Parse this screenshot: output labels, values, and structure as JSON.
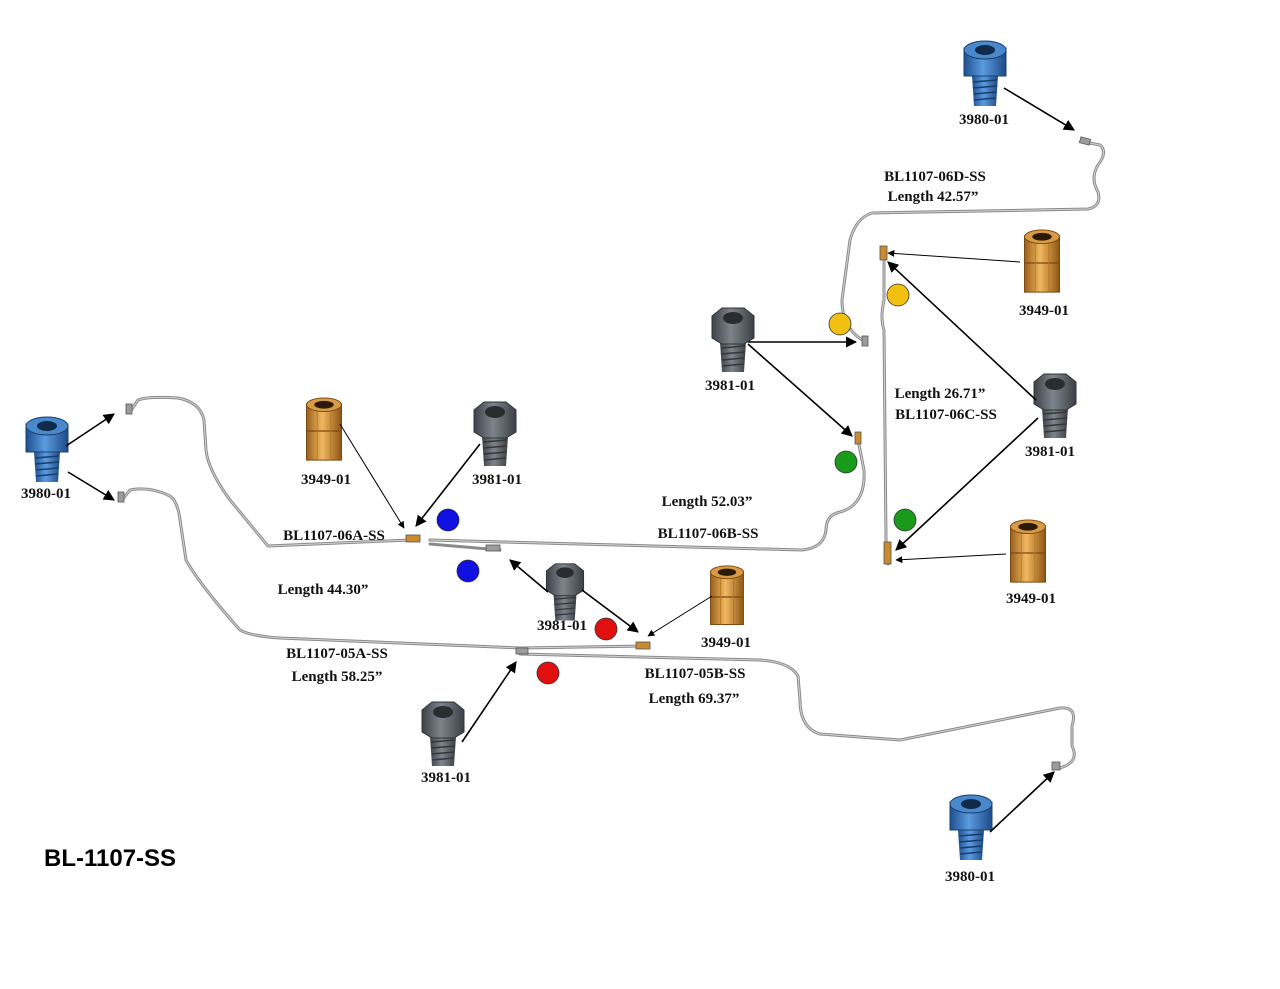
{
  "kit_title": "BL-1107-SS",
  "colors": {
    "blue_marker": "#1010e0",
    "red_marker": "#e01010",
    "green_marker": "#1a9a1a",
    "yellow_marker": "#f2c010",
    "tube": "#8a8a8a",
    "fitting_blue": "#2d6fb5",
    "fitting_gray": "#5b6066",
    "fitting_brass": "#c98a30"
  },
  "parts": {
    "p3980_top_right": "3980-01",
    "p3980_left": "3980-01",
    "p3980_bottom_right": "3980-01",
    "p3981_center_top": "3981-01",
    "p3981_right": "3981-01",
    "p3981_mid_left": "3981-01",
    "p3981_center": "3981-01",
    "p3981_bottom": "3981-01",
    "p3949_top_right": "3949-01",
    "p3949_bottom_right": "3949-01",
    "p3949_left": "3949-01",
    "p3949_center": "3949-01"
  },
  "lines": {
    "l06d_name": "BL1107-06D-SS",
    "l06d_len": "Length 42.57”",
    "l06c_len": "Length 26.71”",
    "l06c_name": "BL1107-06C-SS",
    "l06b_len": "Length 52.03”",
    "l06b_name": "BL1107-06B-SS",
    "l06a_name": "BL1107-06A-SS",
    "l06a_len": "Length 44.30”",
    "l05a_name": "BL1107-05A-SS",
    "l05a_len": "Length 58.25”",
    "l05b_name": "BL1107-05B-SS",
    "l05b_len": "Length 69.37”"
  },
  "icons": {
    "fitting_3980": "blue-tube-nut-icon",
    "fitting_3981": "gray-tube-nut-icon",
    "fitting_3949": "brass-union-icon",
    "marker": "color-dot-marker"
  }
}
